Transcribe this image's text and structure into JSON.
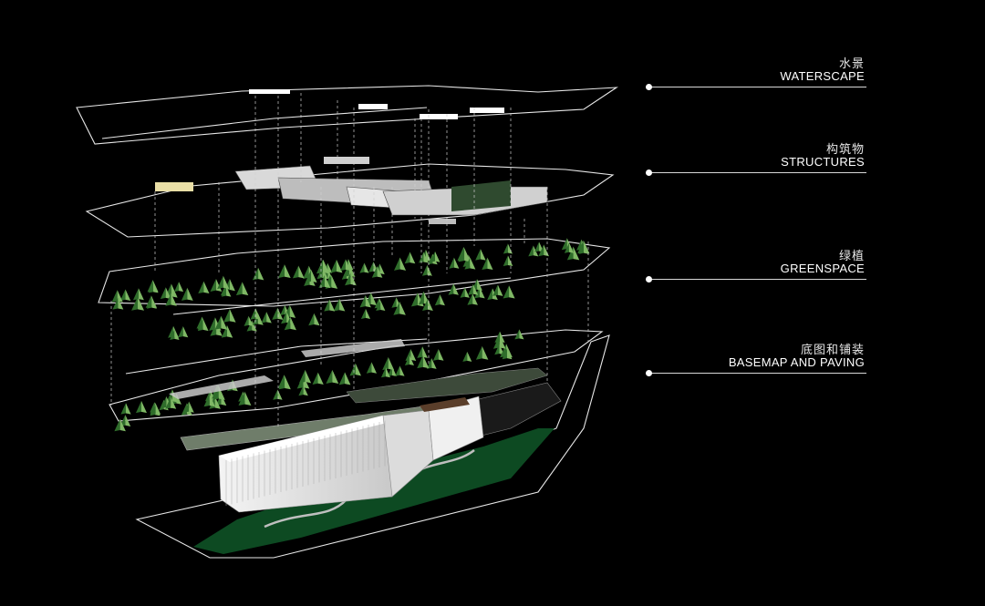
{
  "background": "#000000",
  "colors": {
    "outline": "#e8e8e8",
    "guide": "#cfcfcf",
    "tree_dark": "#2f6d2b",
    "tree_light": "#7fb865",
    "lawn": "#0d4a22",
    "building": "#e9e9e9",
    "paving": "#6f7d6a"
  },
  "legend": [
    {
      "cn": "水景",
      "en": "WATERSCAPE"
    },
    {
      "cn": "构筑物",
      "en": "STRUCTURES"
    },
    {
      "cn": "绿植",
      "en": "GREENSPACE"
    },
    {
      "cn": "底图和铺装",
      "en": "BASEMAP AND PAVING"
    }
  ]
}
